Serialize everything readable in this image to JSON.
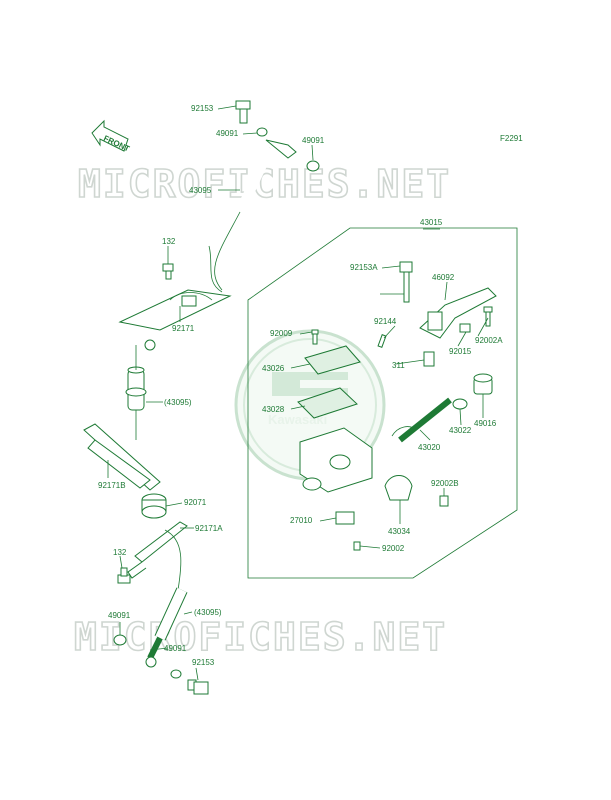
{
  "figure_code": "F2291",
  "front_label": "FRONT",
  "watermark": "MICROFICHES.NET",
  "logo": "Kawasaki",
  "colors": {
    "line": "#1e7a35",
    "watermark": "#cfd6d1"
  },
  "callouts": {
    "c92153_top": "92153",
    "c49091_a": "49091",
    "c49091_b": "49091",
    "c43095": "43095",
    "c43015": "43015",
    "c132_a": "132",
    "c92153A": "92153A",
    "c46092": "46092",
    "c92171": "92171",
    "c92009": "92009",
    "c92144": "92144",
    "c92002A": "92002A",
    "c92015": "92015",
    "c311": "311",
    "c43026": "43026",
    "c43095_p1": "(43095)",
    "c43028": "43028",
    "c49016": "49016",
    "c43022": "43022",
    "c43020": "43020",
    "c92171B": "92171B",
    "c92071": "92071",
    "c92002B": "92002B",
    "c92171A": "92171A",
    "c27010": "27010",
    "c43034": "43034",
    "c92002": "92002",
    "c132_b": "132",
    "c43095_p2": "(43095)",
    "c49091_c": "49091",
    "c49091_d": "49091",
    "c92153_bot": "92153"
  }
}
